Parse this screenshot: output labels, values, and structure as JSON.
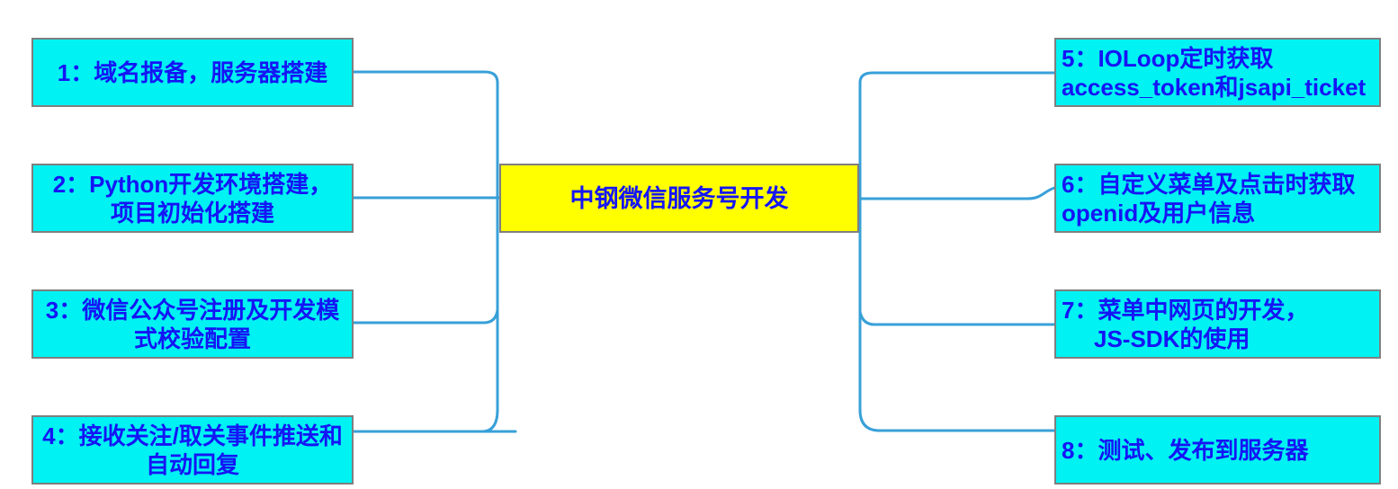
{
  "diagram": {
    "type": "mindmap",
    "center": {
      "label": "中钢微信服务号开发"
    },
    "left_topics": [
      {
        "id": "1",
        "lines": [
          "1：域名报备，服务器搭建"
        ]
      },
      {
        "id": "2",
        "lines": [
          "2：Python开发环境搭建，",
          "项目初始化搭建"
        ]
      },
      {
        "id": "3",
        "lines": [
          "3：微信公众号注册及开发模",
          "式校验配置"
        ]
      },
      {
        "id": "4",
        "lines": [
          "4：接收关注/取关事件推送和",
          "自动回复"
        ]
      }
    ],
    "right_topics": [
      {
        "id": "5",
        "lines": [
          "5：IOLoop定时获取",
          "access_token和jsapi_ticket"
        ]
      },
      {
        "id": "6",
        "lines": [
          "6：自定义菜单及点击时获取",
          "openid及用户信息"
        ]
      },
      {
        "id": "7",
        "lines": [
          "7：菜单中网页的开发，",
          "JS-SDK的使用"
        ]
      },
      {
        "id": "8",
        "lines": [
          "8：测试、发布到服务器"
        ]
      }
    ],
    "colors": {
      "topic_fill": "#00F2F2",
      "topic_border": "#7F7F7F",
      "center_fill": "#FFFF00",
      "text": "#1515F5",
      "connector": "#38A0D8"
    }
  }
}
